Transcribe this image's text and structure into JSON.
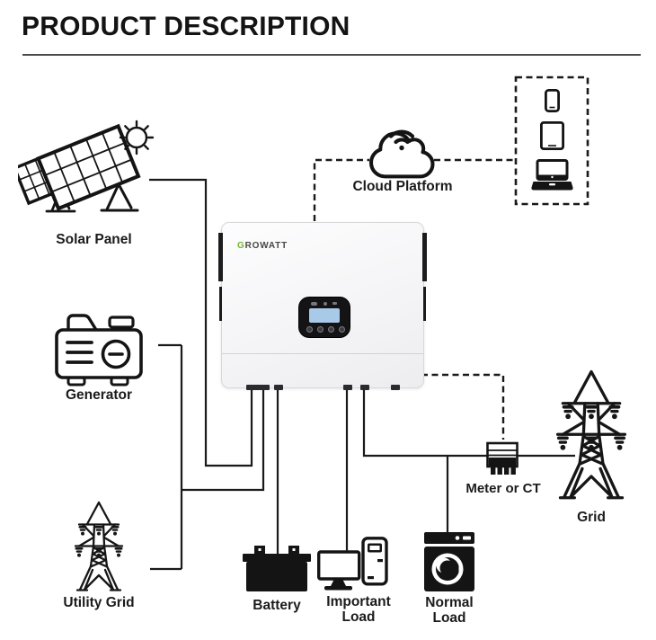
{
  "header": {
    "title": "PRODUCT DESCRIPTION"
  },
  "brand": {
    "g": "G",
    "rest": "ROWATT"
  },
  "labels": {
    "solar_panel": "Solar Panel",
    "generator": "Generator",
    "utility_grid": "Utility Grid",
    "cloud_platform": "Cloud Platform",
    "meter_or_ct": "Meter or CT",
    "grid": "Grid",
    "battery": "Battery",
    "important_load": [
      "Important",
      "Load"
    ],
    "normal_load": [
      "Normal",
      "Load"
    ]
  },
  "icons": [
    "sun-icon",
    "solar-panel-icon",
    "generator-icon",
    "utility-grid-tower-icon",
    "wifi-icon",
    "cloud-platform-icon",
    "phone-icon",
    "tablet-icon",
    "laptop-icon",
    "inverter-display-icon",
    "meter-icon",
    "grid-tower-icon",
    "battery-icon",
    "computer-icon",
    "washing-machine-icon"
  ],
  "colors": {
    "background": "#ffffff",
    "line": "#1a1a1a",
    "brand_green": "#6fb52c",
    "lcd_blue": "#a9c9e8",
    "display_panel": "#141416"
  }
}
